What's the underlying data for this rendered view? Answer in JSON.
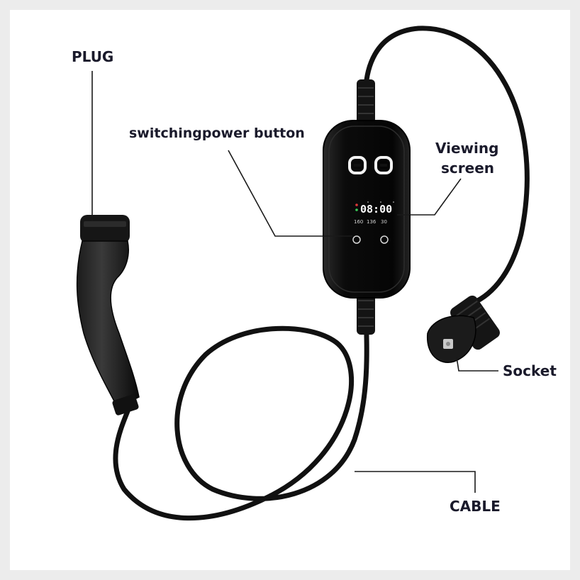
{
  "labels": {
    "plug": "PLUG",
    "switch": "switchingpower button",
    "screen_line1": "Viewing",
    "screen_line2": "screen",
    "socket": "Socket",
    "cable": "CABLE"
  },
  "display": {
    "main_readout": "08:00",
    "left_value": "160",
    "mid_value": "136",
    "right_value": "30"
  },
  "colors": {
    "device": "#0e0e0e",
    "label_text": "#1a1a2b",
    "leader_line": "#1a1a1a",
    "background": "#ffffff"
  }
}
